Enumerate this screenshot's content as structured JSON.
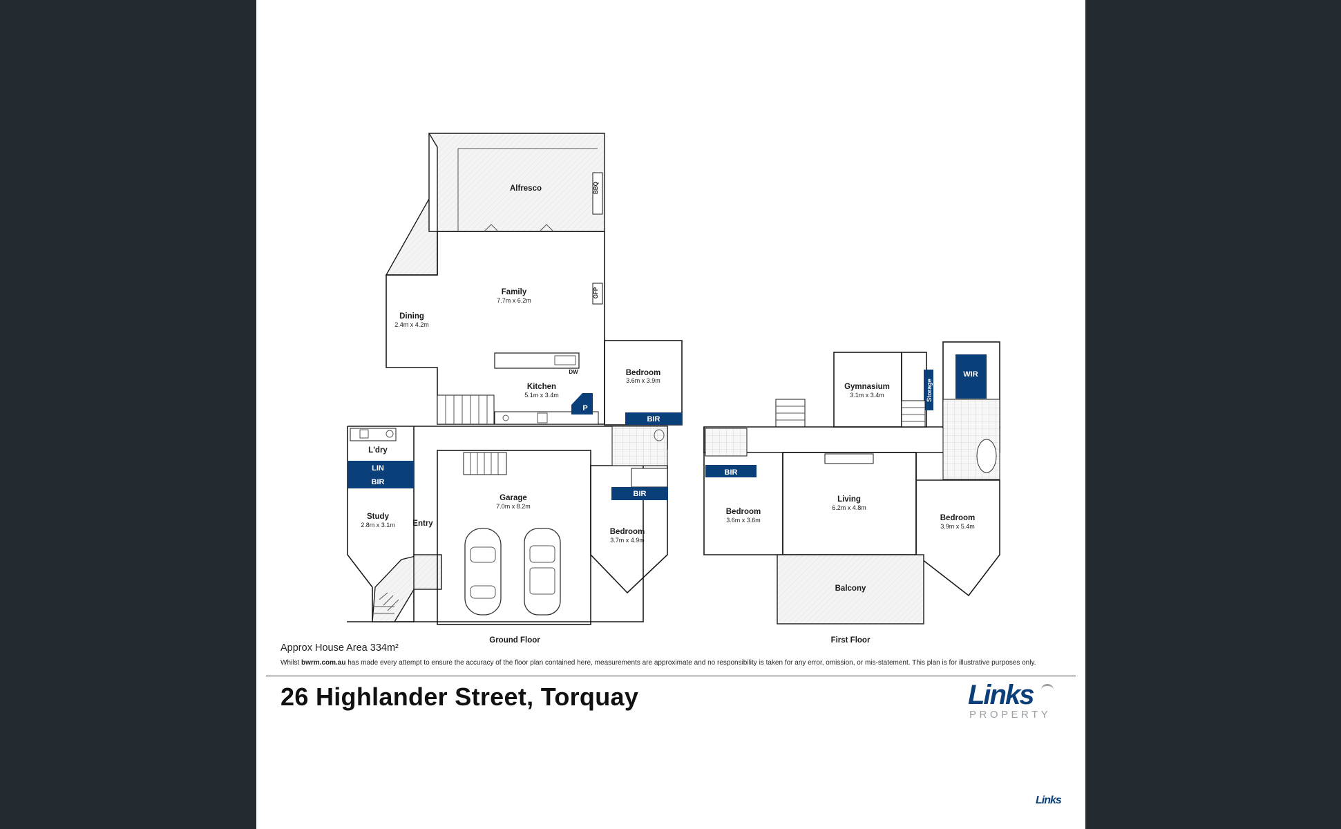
{
  "rooms": {
    "alfresco": "Alfresco",
    "family": "Family",
    "family_dim": "7.7m x 6.2m",
    "dining": "Dining",
    "dining_dim": "2.4m x 4.2m",
    "kitchen": "Kitchen",
    "kitchen_dim": "5.1m x 3.4m",
    "bedroom_gf1": "Bedroom",
    "bedroom_gf1_dim": "3.6m x 3.9m",
    "laundry": "L'dry",
    "study": "Study",
    "study_dim": "2.8m x 3.1m",
    "entry": "Entry",
    "garage": "Garage",
    "garage_dim": "7.0m x 8.2m",
    "bedroom_gf2": "Bedroom",
    "bedroom_gf2_dim": "3.7m x 4.9m",
    "gymnasium": "Gymnasium",
    "gymnasium_dim": "3.1m x 3.4m",
    "bedroom_ff1": "Bedroom",
    "bedroom_ff1_dim": "3.6m x 3.6m",
    "living": "Living",
    "living_dim": "6.2m x 4.8m",
    "bedroom_ff2": "Bedroom",
    "bedroom_ff2_dim": "3.9m x 5.4m",
    "balcony": "Balcony"
  },
  "labels": {
    "bbq": "BBQ",
    "gfp": "GFP",
    "dw": "DW",
    "pantry": "P",
    "bir": "BIR",
    "lin": "LIN",
    "wir": "WIR",
    "storage": "Storage"
  },
  "floors": {
    "ground": "Ground Floor",
    "first": "First Floor"
  },
  "footer": {
    "area": "Approx House Area 334m²",
    "disclaimer_pre": "Whilst ",
    "disclaimer_site": "bwrm.com.au",
    "disclaimer_post": " has made every attempt to ensure the accuracy of the floor plan contained here, measurements are approximate and no responsibility is taken for any error, omission, or mis-statement. This plan is for illustrative purposes only.",
    "address": "26 Highlander Street, Torquay"
  },
  "logo": {
    "word": "Links",
    "sub": "PROPERTY",
    "mini": "Links"
  },
  "colors": {
    "sidebar": "#232a30",
    "accent": "#0b3f79",
    "logo_grey": "#9aa0a6"
  }
}
